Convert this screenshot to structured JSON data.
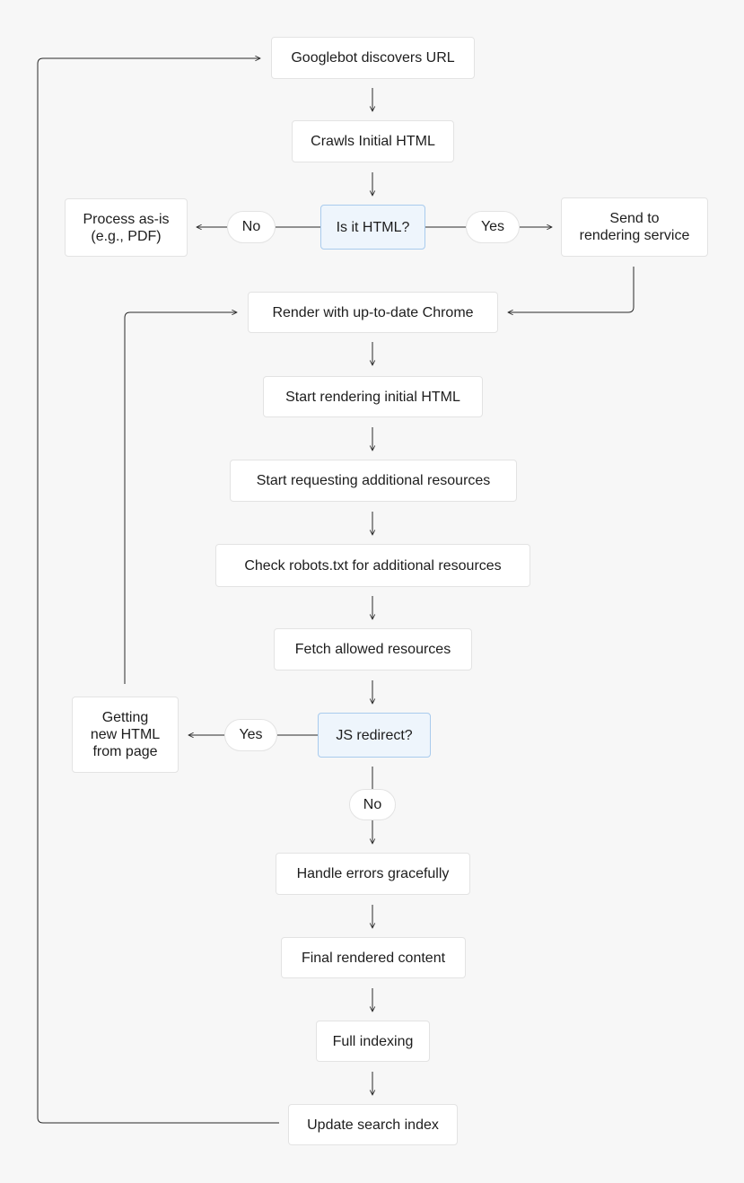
{
  "colors": {
    "background": "#f7f7f7",
    "box": "#ffffff",
    "box_border": "#e3e3e3",
    "decision_fill": "#eef5fc",
    "decision_border": "#a9cbed",
    "line": "#2a2a2a"
  },
  "nodes": {
    "discover": "Googlebot discovers URL",
    "crawl": "Crawls Initial HTML",
    "is_html": "Is it HTML?",
    "process_as_is": "Process as-is\n(e.g., PDF)",
    "send_render": "Send to\nrendering service",
    "render_chrome": "Render with up-to-date Chrome",
    "start_render": "Start rendering initial HTML",
    "start_request": "Start requesting additional resources",
    "check_robots": "Check robots.txt for additional resources",
    "fetch_allowed": "Fetch allowed resources",
    "js_redirect": "JS redirect?",
    "getting_new": "Getting\nnew HTML\nfrom page",
    "handle_errors": "Handle errors gracefully",
    "final_content": "Final rendered content",
    "full_indexing": "Full indexing",
    "update_index": "Update search index"
  },
  "labels": {
    "html_no": "No",
    "html_yes": "Yes",
    "redirect_yes": "Yes",
    "redirect_no": "No"
  }
}
